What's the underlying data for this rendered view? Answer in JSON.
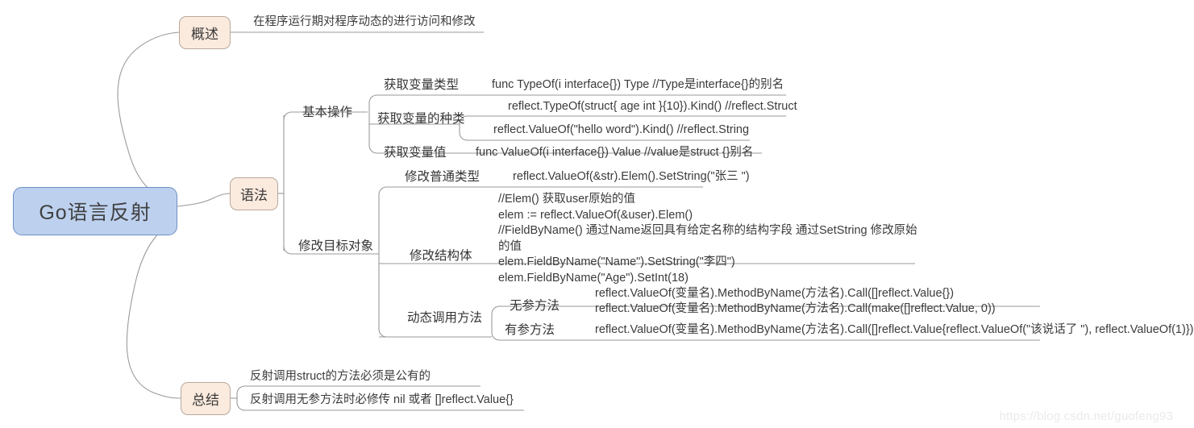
{
  "diagram": {
    "kind": "mindmap",
    "watermark": "https://blog.csdn.net/guofeng93",
    "colors": {
      "root_fill": "#bdd1ef",
      "root_border": "#6d8fc4",
      "topic_fill": "#fbeade",
      "topic_border": "#b9a99c",
      "line": "#9a9a9a",
      "text": "#3a3a3a",
      "watermark": "#eaeaea",
      "background": "#ffffff"
    },
    "root": {
      "label": "Go语言反射"
    },
    "branches": {
      "overview": {
        "topic": "概述",
        "detail": "在程序运行期对程序动态的进行访问和修改"
      },
      "syntax": {
        "topic": "语法",
        "groups": {
          "basic_ops": {
            "label": "基本操作",
            "items": {
              "get_type": {
                "label": "获取变量类型",
                "code": "func TypeOf(i interface{}) Type   //Type是interface{}的别名"
              },
              "get_kind": {
                "label": "获取变量的种类",
                "code_1": "reflect.TypeOf(struct{ age int }{10}).Kind()  //reflect.Struct",
                "code_2": "reflect.ValueOf(\"hello word\").Kind()  //reflect.String"
              },
              "get_value": {
                "label": "获取变量值",
                "code": "func ValueOf(i interface{}) Value   //value是struct {}别名"
              }
            }
          },
          "modify_target": {
            "label": "修改目标对象",
            "items": {
              "modify_plain": {
                "label": "修改普通类型",
                "code": "reflect.ValueOf(&str).Elem().SetString(\"张三 \")"
              },
              "modify_struct": {
                "label": "修改结构体",
                "code": "//Elem() 获取user原始的值\nelem := reflect.ValueOf(&user).Elem()\n//FieldByName() 通过Name返回具有给定名称的结构字段 通过SetString 修改原始\n的值\nelem.FieldByName(\"Name\").SetString(\"李四\")\nelem.FieldByName(\"Age\").SetInt(18)"
              }
            }
          },
          "dynamic_call": {
            "label": "动态调用方法",
            "items": {
              "no_arg": {
                "label": "无参方法",
                "code_1": "reflect.ValueOf(变量名).MethodByName(方法名).Call([]reflect.Value{})",
                "code_2": "reflect.ValueOf(变量名).MethodByName(方法名).Call(make([]reflect.Value, 0))"
              },
              "with_arg": {
                "label": "有参方法",
                "code": "reflect.ValueOf(变量名).MethodByName(方法名).Call([]reflect.Value{reflect.ValueOf(\"该说话了 \"), reflect.ValueOf(1)})"
              }
            }
          }
        }
      },
      "summary": {
        "topic": "总结",
        "items": [
          "反射调用struct的方法必须是公有的",
          "反射调用无参方法时必修传 nil 或者 []reflect.Value{}"
        ]
      }
    }
  }
}
